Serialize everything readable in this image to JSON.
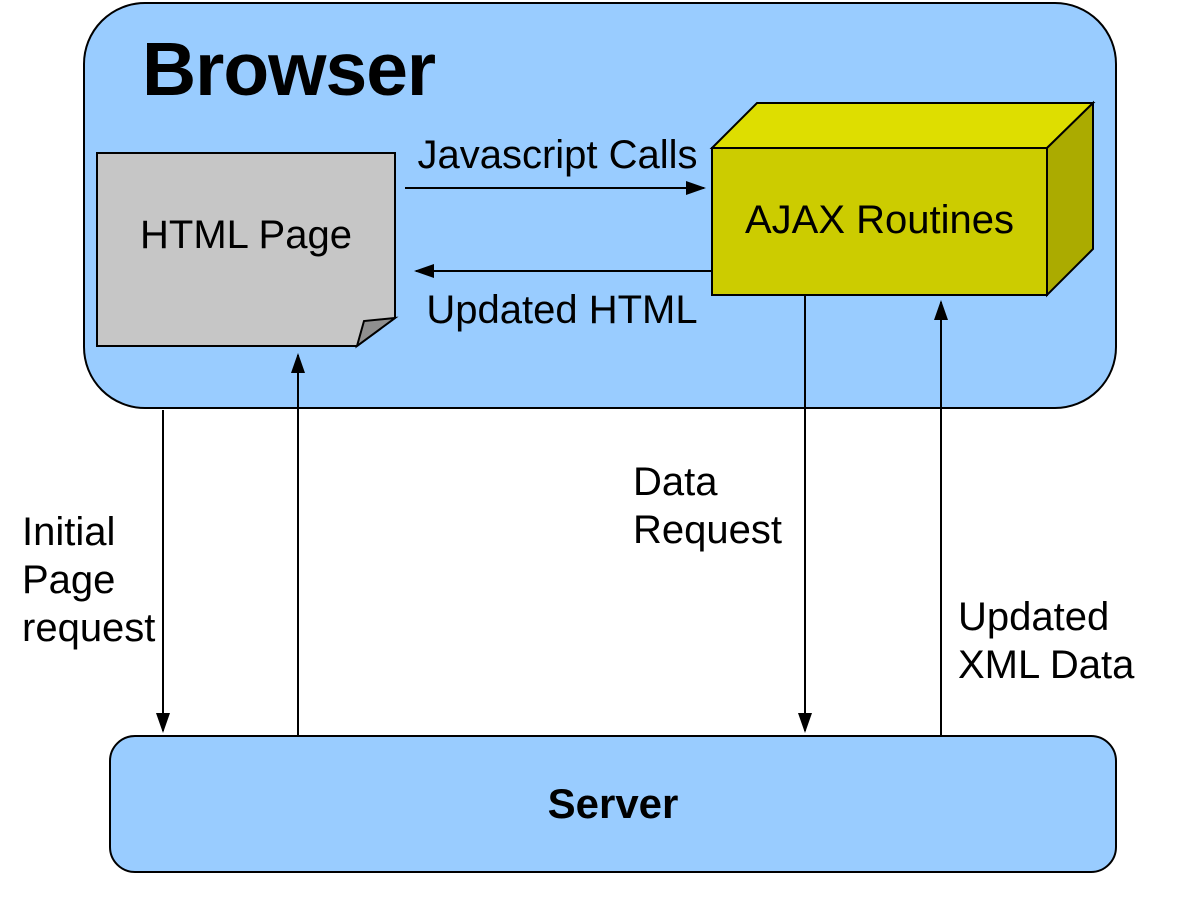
{
  "colors": {
    "canvas-bg": "#ffffff",
    "container-fill": "#99ccff",
    "container-border": "#000000",
    "page-fill": "#c6c6c6",
    "page-fold": "#8f8f8f",
    "box-front": "#cccc00",
    "box-top": "#dede00",
    "box-side": "#abab00",
    "line": "#000000",
    "text": "#000000"
  },
  "browser": {
    "title": "Browser"
  },
  "server": {
    "label": "Server"
  },
  "nodes": {
    "html_page": {
      "label": "HTML Page",
      "shape": "document"
    },
    "ajax_routines": {
      "label": "AJAX Routines",
      "shape": "3d-box"
    }
  },
  "edges": {
    "javascript_calls": {
      "label": "Javascript Calls",
      "from": "HTML Page",
      "to": "AJAX Routines",
      "direction": "right"
    },
    "updated_html": {
      "label": "Updated HTML",
      "from": "AJAX Routines",
      "to": "HTML Page",
      "direction": "left"
    },
    "initial_page_request": {
      "label": "Initial\nPage\nrequest",
      "from": "Browser",
      "to": "Server",
      "direction": "down"
    },
    "server_to_html_page": {
      "label": "",
      "from": "Server",
      "to": "HTML Page",
      "direction": "up"
    },
    "data_request": {
      "label": "Data\nRequest",
      "from": "AJAX Routines",
      "to": "Server",
      "direction": "down"
    },
    "updated_xml_data": {
      "label": "Updated\nXML Data",
      "from": "Server",
      "to": "AJAX Routines",
      "direction": "up"
    }
  }
}
